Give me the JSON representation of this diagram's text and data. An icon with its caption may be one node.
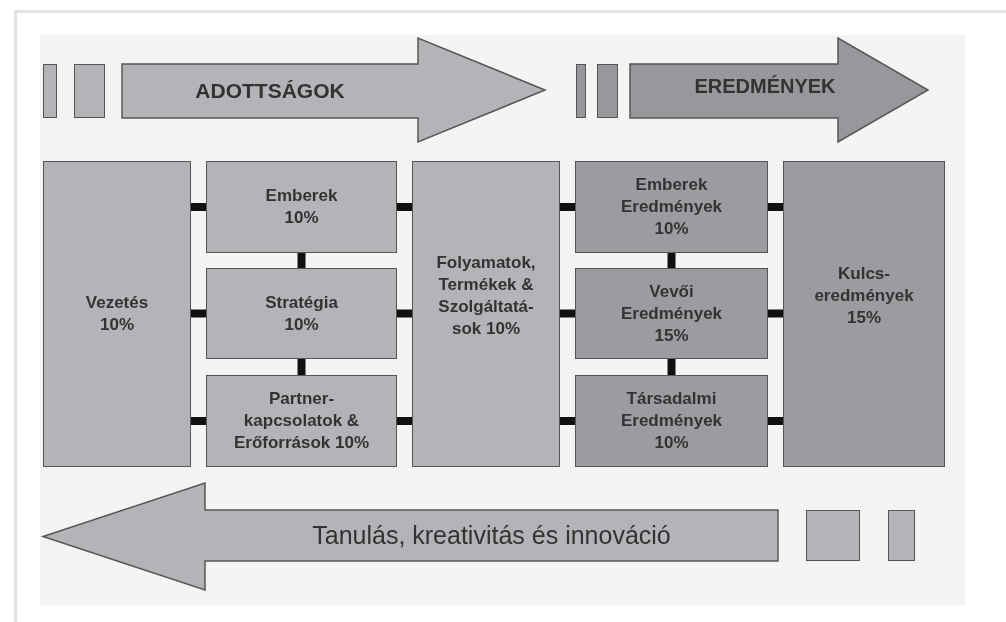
{
  "diagram": {
    "nodes": [
      {
        "text": [
          "ADOTTSÁGOK"
        ]
      },
      {
        "text": [
          "EREDMÉNYEK"
        ]
      },
      {
        "text": [
          "Vezetés 10%"
        ]
      },
      {
        "text": [
          "Emberek 10%"
        ]
      },
      {
        "text": [
          "Stratégia 10%"
        ]
      },
      {
        "text": [
          "Partner- kapcsolatok & Erőforrások 10%"
        ]
      },
      {
        "text": [
          "Folyamatok, Termékek & Szolgáltatá- sok 10%"
        ]
      },
      {
        "text": [
          "Emberek Eredmények 10%"
        ]
      },
      {
        "text": [
          "Vevői Eredmények 15%"
        ]
      },
      {
        "text": [
          "Társadalmi Eredmények 10%"
        ]
      },
      {
        "text": [
          "Kulcs- eredmények 15%"
        ]
      },
      {
        "text": [
          "Tanulás, kreativitás és innováció"
        ]
      }
    ],
    "edges": [
      {
        "from": 2,
        "to": 3,
        "arrow": "none"
      },
      {
        "from": 2,
        "to": 4,
        "arrow": "none"
      },
      {
        "from": 2,
        "to": 5,
        "arrow": "none"
      },
      {
        "from": 3,
        "to": 4,
        "arrow": "none"
      },
      {
        "from": 4,
        "to": 5,
        "arrow": "none"
      },
      {
        "from": 3,
        "to": 6,
        "arrow": "none"
      },
      {
        "from": 4,
        "to": 6,
        "arrow": "none"
      },
      {
        "from": 5,
        "to": 6,
        "arrow": "none"
      },
      {
        "from": 6,
        "to": 7,
        "arrow": "none"
      },
      {
        "from": 6,
        "to": 8,
        "arrow": "none"
      },
      {
        "from": 6,
        "to": 9,
        "arrow": "none"
      },
      {
        "from": 7,
        "to": 8,
        "arrow": "none"
      },
      {
        "from": 8,
        "to": 9,
        "arrow": "none"
      },
      {
        "from": 7,
        "to": 10,
        "arrow": "none"
      },
      {
        "from": 8,
        "to": 10,
        "arrow": "none"
      },
      {
        "from": 9,
        "to": 10,
        "arrow": "none"
      }
    ]
  }
}
